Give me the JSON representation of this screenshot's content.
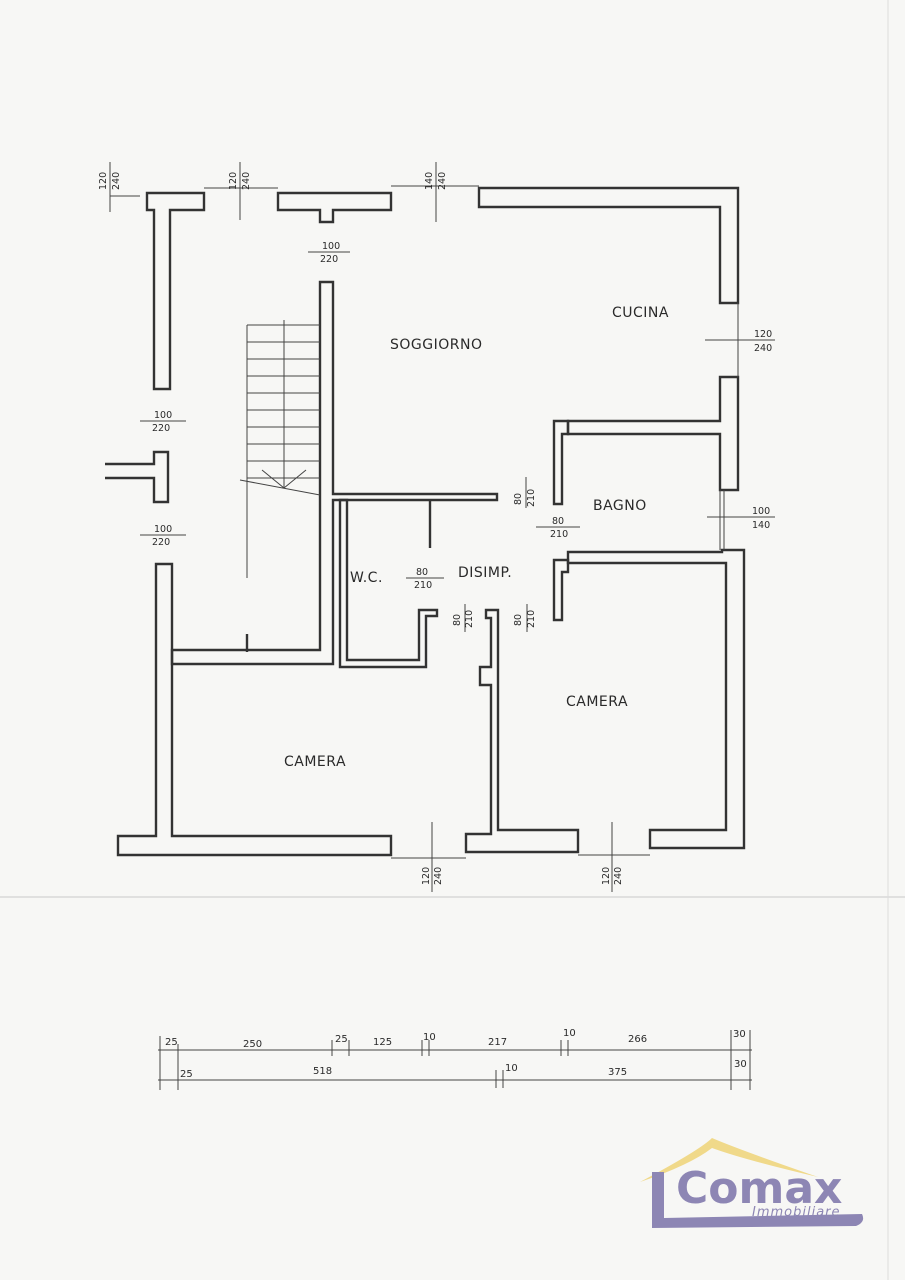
{
  "rooms": {
    "soggiorno": "SOGGIORNO",
    "cucina": "CUCINA",
    "bagno": "BAGNO",
    "wc": "W.C.",
    "disimp": "DISIMP.",
    "camera_left": "CAMERA",
    "camera_right": "CAMERA"
  },
  "openings": {
    "top_win_1": [
      "120",
      "240"
    ],
    "top_win_2": [
      "120",
      "240"
    ],
    "top_win_3": [
      "140",
      "240"
    ],
    "soggiorno_door": [
      "100",
      "220"
    ],
    "cucina_win": [
      "120",
      "240"
    ],
    "left_door_1": [
      "100",
      "220"
    ],
    "left_door_2": [
      "100",
      "220"
    ],
    "bagno_door_v": [
      "80",
      "210"
    ],
    "bagno_door_h": [
      "80",
      "210"
    ],
    "bagno_win": [
      "100",
      "140"
    ],
    "wc_door": [
      "80",
      "210"
    ],
    "disimp_door_1": [
      "80",
      "210"
    ],
    "disimp_door_2": [
      "80",
      "210"
    ],
    "bottom_win_1": [
      "120",
      "240"
    ],
    "bottom_win_2": [
      "120",
      "240"
    ]
  },
  "scale": {
    "row1": [
      "25",
      "250",
      "25",
      "125",
      "10",
      "217",
      "10",
      "266",
      "30"
    ],
    "row2": [
      "25",
      "518",
      "10",
      "375",
      "30"
    ]
  },
  "logo": {
    "name": "Comax",
    "tagline": "Immobiliare",
    "color_primary": "#8d86b4",
    "color_roof": "#f0d98a"
  }
}
